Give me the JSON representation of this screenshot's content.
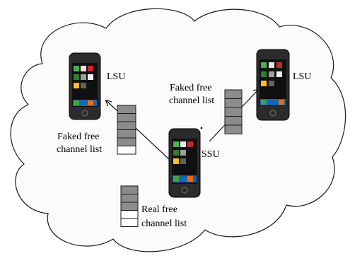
{
  "nodes": {
    "lsu_left": {
      "label": "LSU"
    },
    "lsu_right": {
      "label": "LSU"
    },
    "ssu": {
      "label": "SSU"
    }
  },
  "lists": {
    "faked_left": {
      "line1": "Faked free",
      "line2": "channel list",
      "filled": 5,
      "total": 6
    },
    "faked_right": {
      "line1": "Faked free",
      "line2": "channel list",
      "filled": 5,
      "total": 5
    },
    "real": {
      "line1": "Real free",
      "line2": "channel list",
      "filled": 3,
      "total": 5
    }
  },
  "colors": {
    "cloud_fill": "#fbfbfb",
    "outline": "#1a1a1a",
    "filled_cell": "#8c8c8c",
    "empty_cell": "#ffffff",
    "phone_body": "#2b2b2b",
    "screen": "#101010"
  }
}
